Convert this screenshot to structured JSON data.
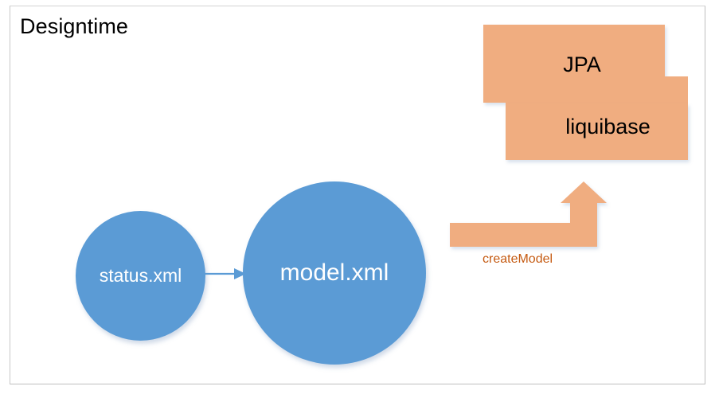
{
  "page": {
    "title": "Designtime",
    "background_color": "#ffffff",
    "frame_border_color": "#bfbfbf"
  },
  "palette": {
    "orange_fill": "#F0AD80",
    "orange_text": "#C55A11",
    "blue_fill": "#5B9BD5",
    "blue_stroke": "#4A8FCC",
    "label_text": "#000000",
    "circle_text": "#ffffff"
  },
  "boxes": [
    {
      "name": "jpa",
      "label": "JPA",
      "fill": "#F0AD80"
    },
    {
      "name": "liquibase",
      "label": "liquibase",
      "fill": "#F0AD80"
    }
  ],
  "circles": [
    {
      "name": "status",
      "label": "status.xml",
      "fill": "#5B9BD5"
    },
    {
      "name": "model",
      "label": "model.xml",
      "fill": "#5B9BD5"
    }
  ],
  "arrows": [
    {
      "name": "create-model-arrow",
      "label": "createModel",
      "fill": "#F0AD80",
      "direction": "up",
      "shape": "bent"
    },
    {
      "name": "status-to-model-arrow",
      "label": "",
      "fill": "#5B9BD5",
      "direction": "right",
      "shape": "straight"
    }
  ],
  "labels": {
    "create_model": "createModel"
  }
}
